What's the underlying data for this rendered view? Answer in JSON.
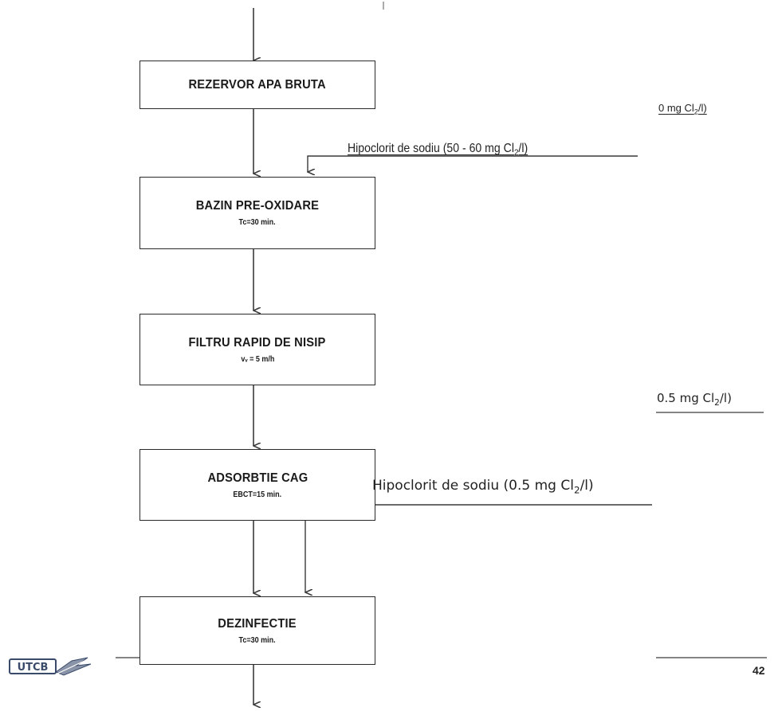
{
  "steps": [
    {
      "title": "REZERVOR APA BRUTA",
      "subtitle": ""
    },
    {
      "title": "BAZIN PRE-OXIDARE",
      "subtitle": "Tc=30 min."
    },
    {
      "title": "FILTRU RAPID DE NISIP",
      "subtitle": "vᵥ = 5 m/h"
    },
    {
      "title": "ADSORBTIE CAG",
      "subtitle": "EBCT=15 min."
    },
    {
      "title": "DEZINFECTIE",
      "subtitle": "Tc=30 min."
    }
  ],
  "dosing": {
    "preox_text": "Hipoclorit de sodiu (50 - 60 mg Cl",
    "preox_sub": "2",
    "preox_tail": "/l)",
    "disinfect_text": "Hipoclorit de sodiu (0.5 mg Cl",
    "disinfect_sub": "2",
    "disinfect_tail": "/l)"
  },
  "side_notes": {
    "top_text": "0 mg Cl",
    "top_sub": "2",
    "top_tail": "/l)",
    "mid_text": "0.5 mg Cl",
    "mid_sub": "2",
    "mid_tail": "/l)"
  },
  "footer": {
    "logo_text": "UTCB",
    "page_number": "42"
  },
  "colors": {
    "line": "#3a3a3a",
    "box_border": "#2a2a2a",
    "logo": "#3a4a6a"
  }
}
